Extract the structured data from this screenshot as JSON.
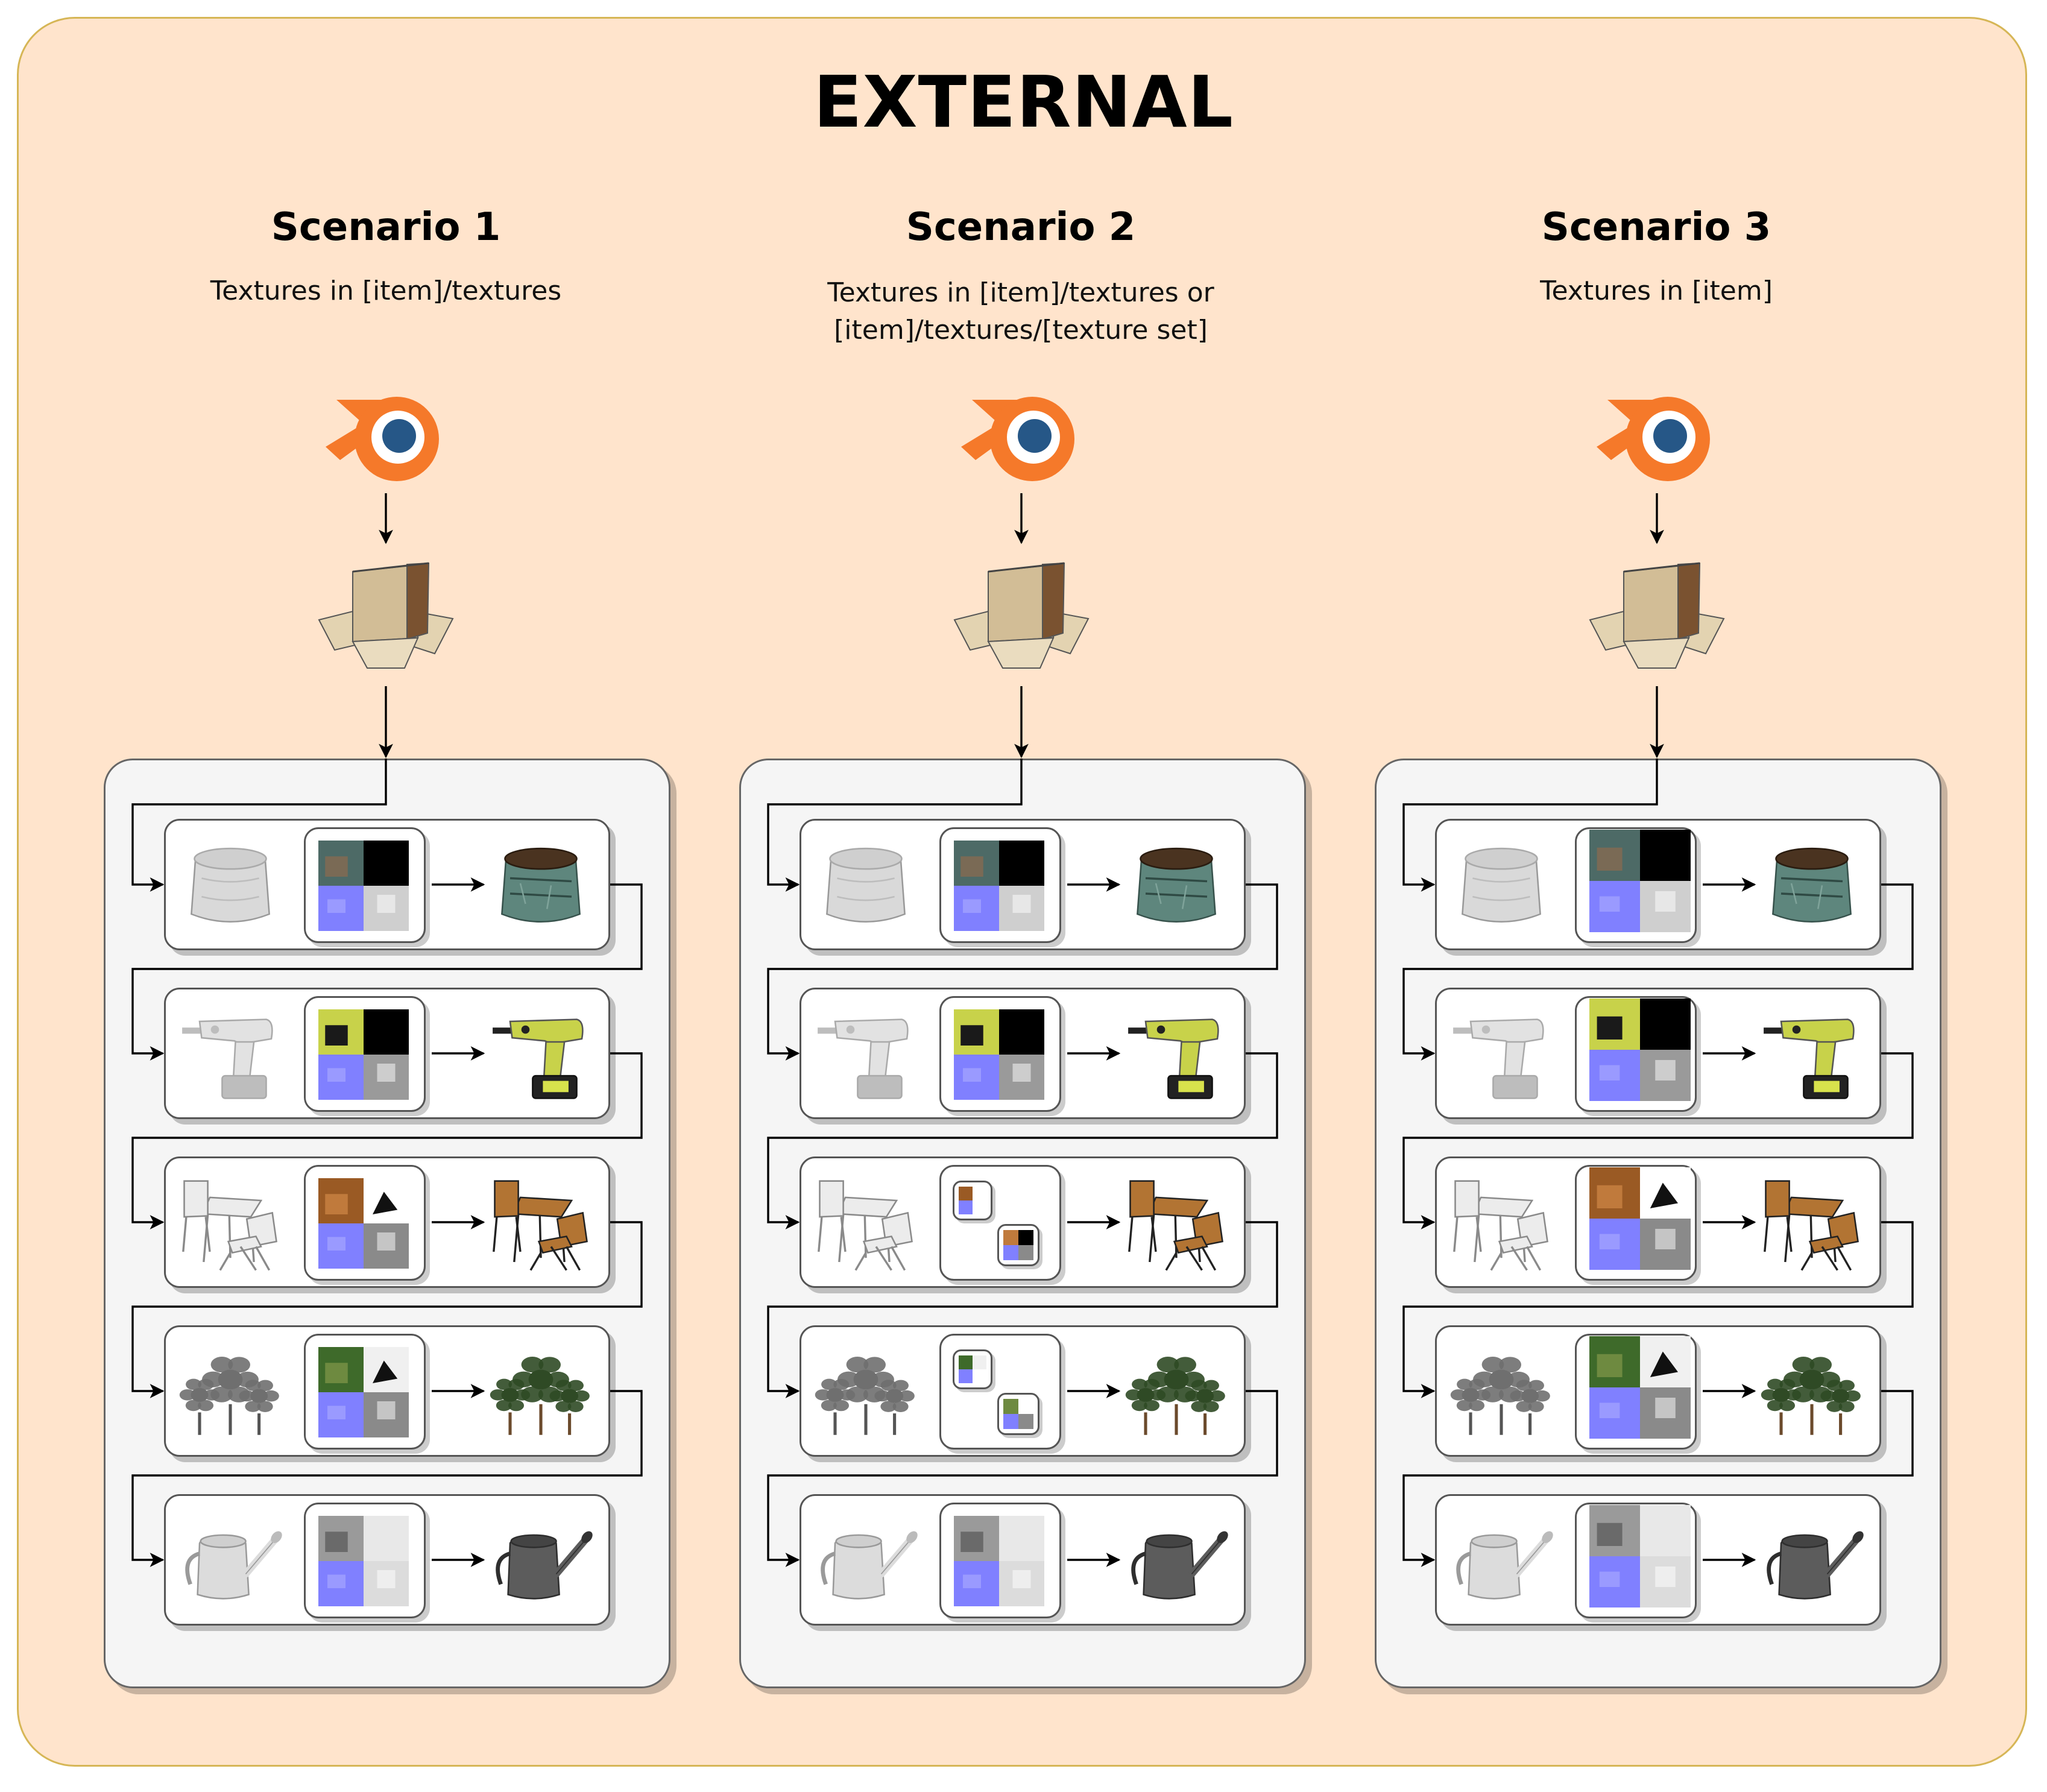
{
  "title": "EXTERNAL",
  "colors": {
    "background": "#ffe4cc",
    "border": "#d6b656",
    "panel": "#f5f5f5",
    "blender_orange": "#f5792a",
    "blender_blue": "#265787",
    "box": "#c9b08a",
    "normal_map": "#8080ff"
  },
  "scenarios": [
    {
      "title": "Scenario 1",
      "subtitle_lines": [
        "Textures in [item]/textures"
      ],
      "texture_layout": "shared-folder",
      "items": [
        "sack-icon",
        "drill-icon",
        "chair-table-icon",
        "trees-icon",
        "watering-can-icon"
      ]
    },
    {
      "title": "Scenario 2",
      "subtitle_lines": [
        "Textures in [item]/textures or",
        "[item]/textures/[texture set]"
      ],
      "texture_layout": "texture-sets",
      "items": [
        "sack-icon",
        "drill-icon",
        "chair-table-icon",
        "trees-icon",
        "watering-can-icon"
      ]
    },
    {
      "title": "Scenario 3",
      "subtitle_lines": [
        "Textures in [item]"
      ],
      "texture_layout": "item-folder",
      "items": [
        "sack-icon",
        "drill-icon",
        "chair-table-icon",
        "trees-icon",
        "watering-can-icon"
      ]
    }
  ]
}
